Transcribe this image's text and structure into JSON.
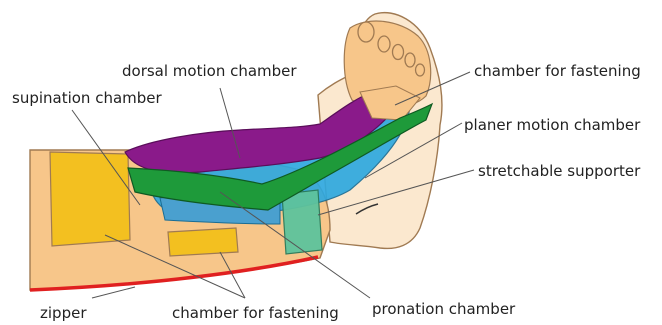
{
  "labels": {
    "dorsal_motion_chamber": "dorsal motion chamber",
    "supination_chamber": "supination  chamber",
    "chamber_for_fastening_top": "chamber for fastening",
    "planer_motion_chamber": "planer motion chamber",
    "stretchable_supporter": "stretchable supporter",
    "zipper": "zipper",
    "chamber_for_fastening_bottom": "chamber for fastening",
    "pronation_chamber": "pronation chamber"
  },
  "colors": {
    "background": "#ffffff",
    "leg_sleeve": "#f7c68a",
    "skin": "#fbe8cf",
    "outline": "#a07a52",
    "fastening_chamber": "#f3c020",
    "dorsal_motion_chamber": "#8a1a8a",
    "supination_chamber": "#1e9a3a",
    "planer_motion_chamber": "#2fa8df",
    "stretchable_supporter": "#5ec39c",
    "pronation_chamber": "#4aa0cf",
    "zipper": "#e02020",
    "leader_line": "#555555"
  }
}
